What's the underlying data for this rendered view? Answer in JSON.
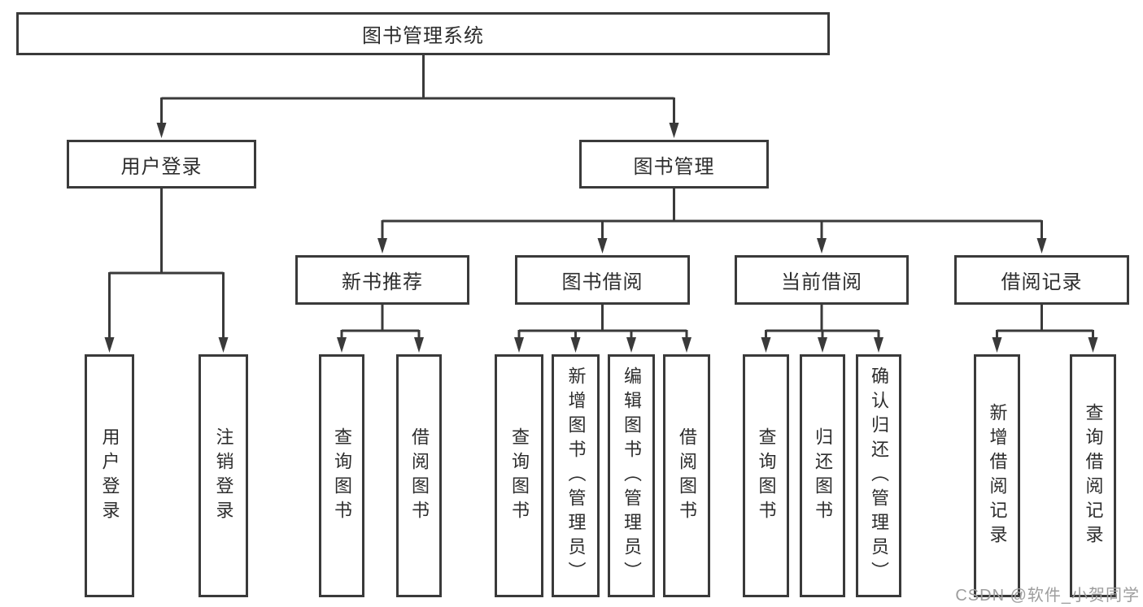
{
  "diagram": {
    "title": "图书管理系统",
    "user_login": {
      "label": "用户登录",
      "children": [
        "用户登录",
        "注销登录"
      ]
    },
    "book_management": {
      "label": "图书管理",
      "sections": [
        {
          "label": "新书推荐",
          "children": [
            "查询图书",
            "借阅图书"
          ]
        },
        {
          "label": "图书借阅",
          "children": [
            "查询图书",
            "新增图书（管理员）",
            "编辑图书（管理员）",
            "借阅图书"
          ]
        },
        {
          "label": "当前借阅",
          "children": [
            "查询图书",
            "归还图书",
            "确认归还（管理员）"
          ]
        },
        {
          "label": "借阅记录",
          "children": [
            "新增借阅记录",
            "查询借阅记录"
          ]
        }
      ]
    },
    "line_color": "#3a3a3a"
  },
  "watermark": {
    "text": "CSDN @软件_小贺同学"
  }
}
